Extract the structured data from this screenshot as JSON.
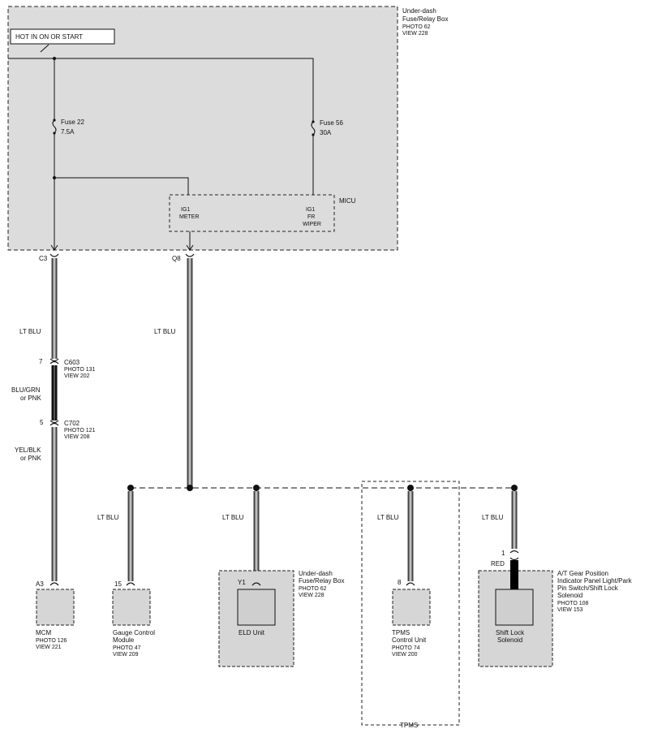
{
  "fuse_box": {
    "title": "Under-dash",
    "subtitle": "Fuse/Relay Box",
    "photo": "PHOTO 62",
    "view": "VIEW 228",
    "hot_label": "HOT IN ON OR START",
    "fuse_a": {
      "name": "Fuse 22",
      "rating": "7.5A"
    },
    "fuse_b": {
      "name": "Fuse 56",
      "rating": "30A"
    },
    "micu": {
      "label": "MICU",
      "pin_a_line1": "IG1",
      "pin_a_line2": "METER",
      "pin_b_line1": "IG1",
      "pin_b_line2": "FR",
      "pin_b_line3": "WIPER"
    },
    "term_a": "C3",
    "term_b": "Q8"
  },
  "wires": {
    "main_color": "LT BLU",
    "seg2_color_1": "BLU/GRN",
    "seg2_color_2": "or PNK",
    "seg3_color_1": "YEL/BLK",
    "seg3_color_2": "or PNK",
    "branch_color": "LT BLU",
    "red_color": "RED"
  },
  "connectors": {
    "c603": {
      "pin": "7",
      "name": "C603",
      "photo": "PHOTO 131",
      "view": "VIEW 202"
    },
    "c702": {
      "pin": "5",
      "name": "C702",
      "photo": "PHOTO 121",
      "view": "VIEW 208"
    }
  },
  "components": {
    "mcm": {
      "pin": "A3",
      "name": "MCM",
      "photo": "PHOTO 126",
      "view": "VIEW 221"
    },
    "gauge": {
      "pin": "15",
      "name_1": "Gauge Control",
      "name_2": "Module",
      "photo": "PHOTO 47",
      "view": "VIEW 209"
    },
    "eld": {
      "pin": "Y1",
      "name": "ELD Unit",
      "box_1": "Under-dash",
      "box_2": "Fuse/Relay Box",
      "photo": "PHOTO 62",
      "view": "VIEW 228"
    },
    "tpms": {
      "pin": "8",
      "name_1": "TPMS",
      "name_2": "Control Unit",
      "photo": "PHOTO 74",
      "view": "VIEW 200",
      "group_label": "TPMS"
    },
    "shift": {
      "pin": "1",
      "name_1": "Shift Lock",
      "name_2": "Solenoid",
      "box_1": "A/T Gear Position",
      "box_2": "Indicator Panel Light/Park",
      "box_3": "Pin Switch/Shift Lock",
      "box_4": "Solenoid",
      "photo": "PHOTO 108",
      "view": "VIEW 153"
    }
  },
  "colors": {
    "shading": "#d6d6d6",
    "ink": "#111111"
  }
}
